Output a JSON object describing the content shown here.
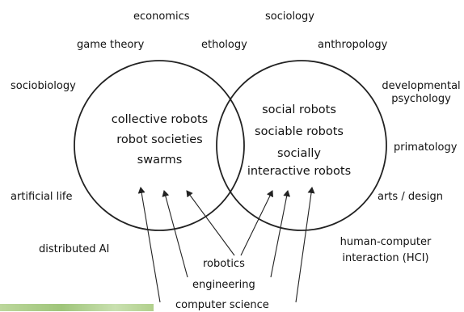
{
  "fields": {
    "economics": "economics",
    "sociology": "sociology",
    "game_theory": "game theory",
    "ethology": "ethology",
    "anthropology": "anthropology",
    "sociobiology": "sociobiology",
    "developmental_psychology": [
      "developmental",
      "psychology"
    ],
    "primatology": "primatology",
    "artificial_life": "artificial life",
    "arts_design": "arts / design",
    "distributed_ai": "distributed AI",
    "hci": [
      "human-computer",
      "interaction (HCI)"
    ]
  },
  "left_circle": {
    "items": [
      "collective robots",
      "robot societies",
      "swarms"
    ]
  },
  "right_circle": {
    "items": [
      "social robots",
      "sociable robots",
      "socially",
      "interactive robots"
    ]
  },
  "sources": [
    "robotics",
    "engineering",
    "computer science"
  ],
  "colors": {
    "ink": "#111111",
    "line": "#222222",
    "strip": "#a8cc84"
  }
}
